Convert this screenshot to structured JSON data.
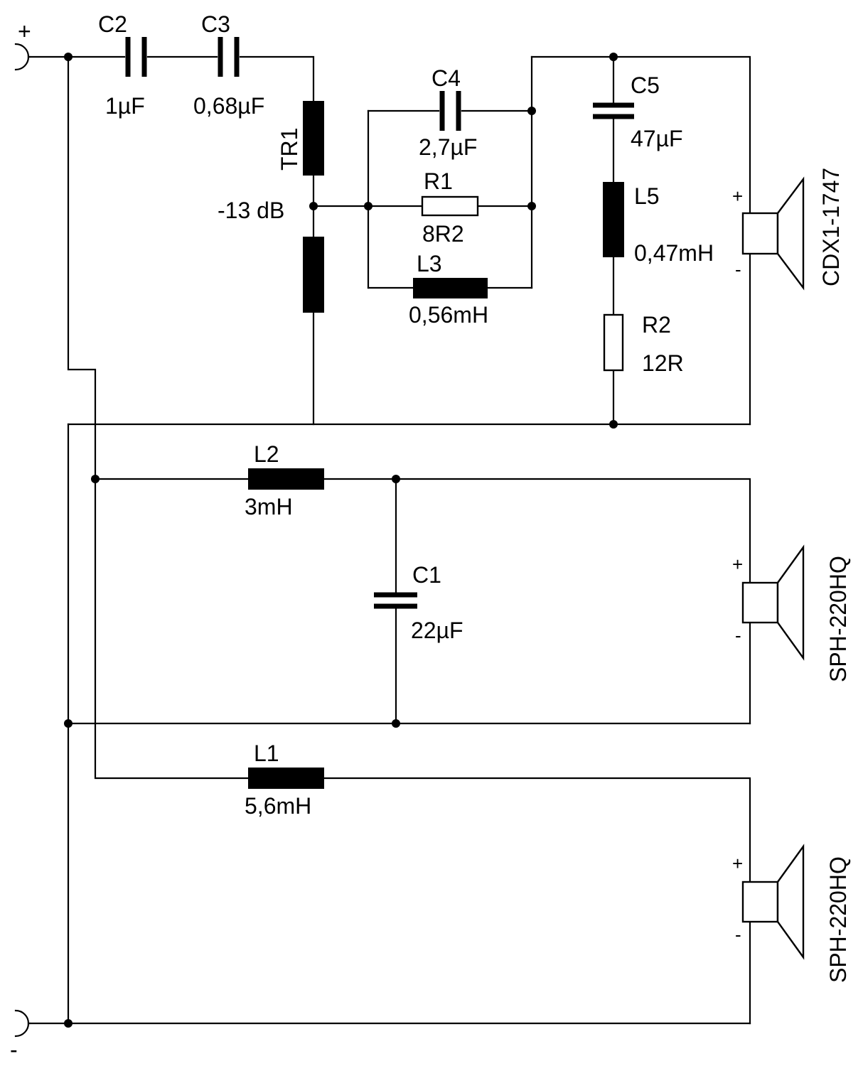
{
  "terminals": {
    "positive": "+",
    "negative": "-"
  },
  "components": {
    "C2": {
      "name": "C2",
      "value": "1µF"
    },
    "C3": {
      "name": "C3",
      "value": "0,68µF"
    },
    "TR1": {
      "name": "TR1",
      "tap": "-13 dB"
    },
    "C4": {
      "name": "C4",
      "value": "2,7µF"
    },
    "R1": {
      "name": "R1",
      "value": "8R2"
    },
    "L3": {
      "name": "L3",
      "value": "0,56mH"
    },
    "C5": {
      "name": "C5",
      "value": "47µF"
    },
    "L5": {
      "name": "L5",
      "value": "0,47mH"
    },
    "R2": {
      "name": "R2",
      "value": "12R"
    },
    "L2": {
      "name": "L2",
      "value": "3mH"
    },
    "C1": {
      "name": "C1",
      "value": "22µF"
    },
    "L1": {
      "name": "L1",
      "value": "5,6mH"
    }
  },
  "speakers": {
    "tweeter": {
      "model": "CDX1-1747",
      "plus": "+",
      "minus": "-"
    },
    "woofer1": {
      "model": "SPH-220HQ",
      "plus": "+",
      "minus": "-"
    },
    "woofer2": {
      "model": "SPH-220HQ",
      "plus": "+",
      "minus": "-"
    }
  }
}
